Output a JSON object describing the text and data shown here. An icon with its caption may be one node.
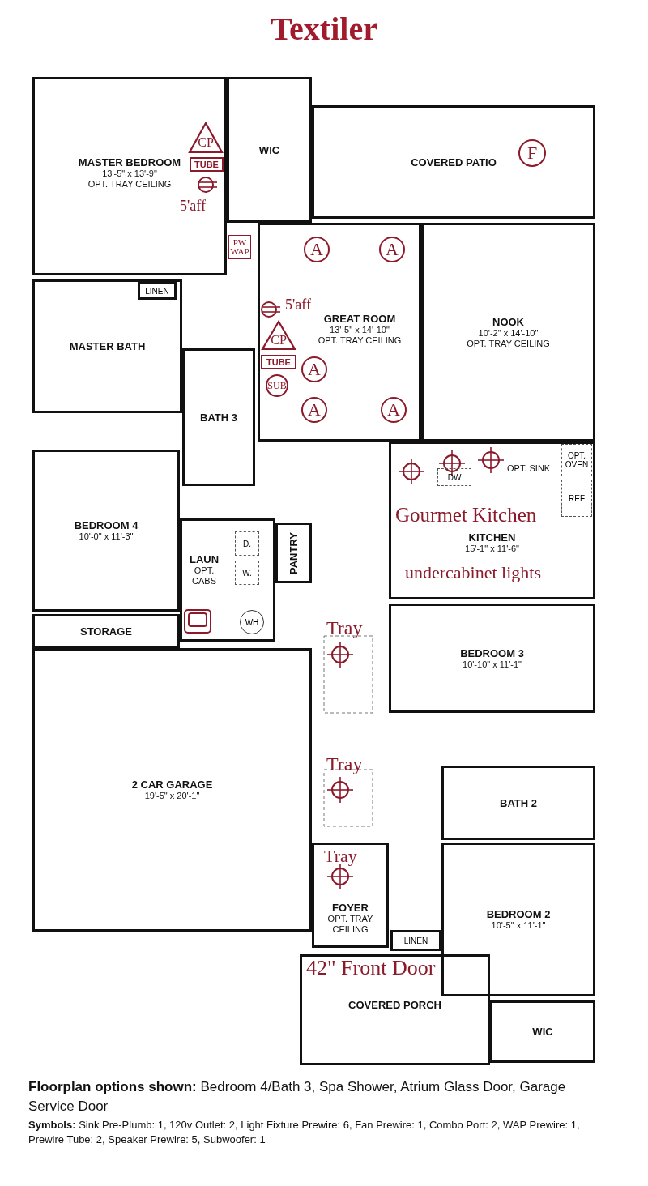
{
  "diagram": {
    "title": "Textiler",
    "nodes": [
      {
        "text": [
          "MASTER BEDROOM",
          "13'-5\" x 13'-9\"",
          "OPT. TRAY CEILING"
        ]
      },
      {
        "text": [
          "CP"
        ],
        "in": 0
      },
      {
        "text": [
          "TUBE"
        ],
        "in": 0
      },
      {
        "text": [
          "WIC"
        ]
      },
      {
        "text": [
          "COVERED PATIO"
        ]
      },
      {
        "text": [
          "F"
        ],
        "in": 4
      },
      {
        "text": [
          "PW WAP"
        ]
      },
      {
        "text": [
          "MASTER BATH"
        ]
      },
      {
        "text": [
          "LINEN"
        ],
        "in": 7
      },
      {
        "text": [
          "GREAT ROOM",
          "13'-5\" x 14'-10\"",
          "OPT. TRAY CEILING"
        ]
      },
      {
        "text": [
          "CP"
        ],
        "in": 9
      },
      {
        "text": [
          "TUBE"
        ],
        "in": 9
      },
      {
        "text": [
          "SUB"
        ],
        "in": 9
      },
      {
        "text": [
          "A"
        ],
        "in": 9
      },
      {
        "text": [
          "A"
        ],
        "in": 9
      },
      {
        "text": [
          "A"
        ],
        "in": 9
      },
      {
        "text": [
          "A"
        ],
        "in": 9
      },
      {
        "text": [
          "A"
        ],
        "in": 9
      },
      {
        "text": [
          "NOOK",
          "10'-2\" x 14'-10\"",
          "OPT. TRAY CEILING"
        ]
      },
      {
        "text": [
          "BATH 3"
        ]
      },
      {
        "text": [
          "BEDROOM 4",
          "10'-0\" x 11'-3\""
        ]
      },
      {
        "text": [
          "KITCHEN",
          "15'-1\" x 11'-6\""
        ]
      },
      {
        "text": [
          "OPT. OVEN"
        ],
        "in": 21
      },
      {
        "text": [
          "REF"
        ],
        "in": 21
      },
      {
        "text": [
          "DW"
        ],
        "in": 21
      },
      {
        "text": [
          "LAUN",
          "OPT. CABS"
        ]
      },
      {
        "text": [
          "D."
        ],
        "in": 25
      },
      {
        "text": [
          "W."
        ],
        "in": 25
      },
      {
        "text": [
          "WH"
        ],
        "in": 25
      },
      {
        "text": [
          "PANTRY"
        ]
      },
      {
        "text": [
          "STORAGE"
        ]
      },
      {
        "text": [
          "BEDROOM 3",
          "10'-10\" x 11'-1\""
        ]
      },
      {
        "text": [
          "2 CAR GARAGE",
          "19'-5\" x 20'-1\""
        ]
      },
      {
        "text": [
          "BATH 2"
        ]
      },
      {
        "text": [
          "FOYER",
          "OPT. TRAY CEILING"
        ]
      },
      {
        "text": [
          "BEDROOM 2",
          "10'-5\" x 11'-1\""
        ]
      },
      {
        "text": [
          "LINEN"
        ]
      },
      {
        "text": [
          "COVERED PORCH"
        ]
      },
      {
        "text": [
          "WIC"
        ]
      }
    ],
    "labels": [
      "5'aff",
      "5'aff",
      "OPT. SINK",
      "Gourmet Kitchen",
      "undercabinet lights",
      "Tray",
      "Tray",
      "Tray",
      "42\" Front Door",
      "**Floorplan options shown:** Bedroom 4/Bath 3, Spa Shower, Atrium Glass Door, Garage Service Door",
      "**Symbols:** Sink Pre-Plumb: 1, 120v Outlet: 2, Light Fixture Prewire: 6, Fan Prewire: 1, Combo Port: 2, WAP Prewire: 1, Prewire Tube: 2, Speaker Prewire: 5, Subwoofer: 1"
    ]
  }
}
